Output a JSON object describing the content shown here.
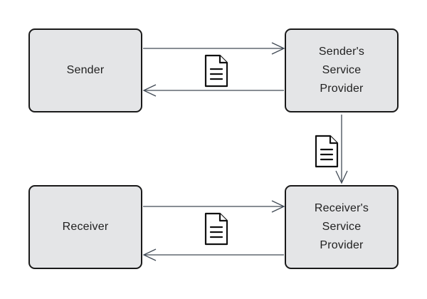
{
  "diagram": {
    "nodes": [
      {
        "id": "sender",
        "label": "Sender"
      },
      {
        "id": "senders-service-provider",
        "label": "Sender's\nService\nProvider"
      },
      {
        "id": "receiver",
        "label": "Receiver"
      },
      {
        "id": "receivers-service-provider",
        "label": "Receiver's\nService\nProvider"
      }
    ],
    "edges": [
      {
        "from": "sender",
        "to": "senders-service-provider",
        "icon": "document-icon"
      },
      {
        "from": "senders-service-provider",
        "to": "sender",
        "icon": null
      },
      {
        "from": "senders-service-provider",
        "to": "receivers-service-provider",
        "icon": "document-icon"
      },
      {
        "from": "receiver",
        "to": "receivers-service-provider",
        "icon": "document-icon"
      },
      {
        "from": "receivers-service-provider",
        "to": "receiver",
        "icon": null
      }
    ],
    "icon_count": 3
  },
  "colors": {
    "canvas_bg": "#ffffff",
    "node_fill": "#e4e5e7",
    "node_border": "#1a1a1a",
    "node_text": "#1f1f1f",
    "arrow": "#414a55",
    "icon_stroke": "#111111",
    "icon_fill": "#ffffff"
  }
}
